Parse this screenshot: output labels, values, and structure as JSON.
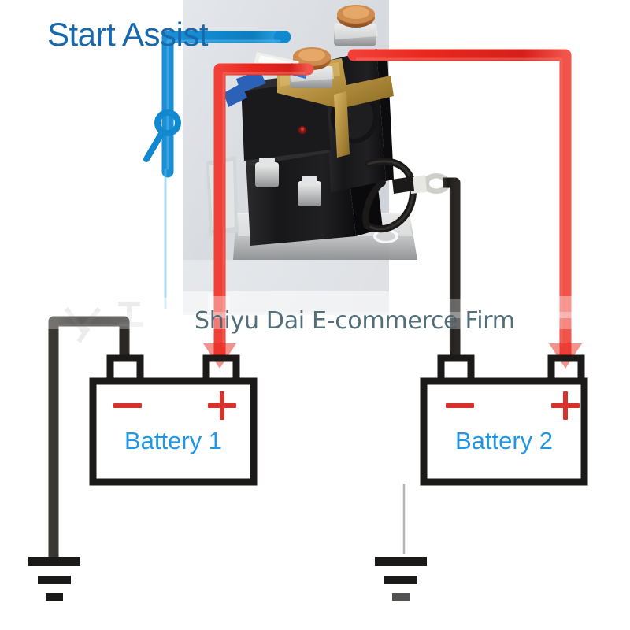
{
  "diagram": {
    "title_label": "Start Assist",
    "watermark": "Shiyu Dai E-commerce Firm",
    "colors": {
      "wire_blue": "#1289CE",
      "wire_red": "#E8281E",
      "wire_black": "#1C1A18",
      "label_blue": "#1769AE",
      "battery_text_blue": "#2196E3",
      "polarity_red": "#D8322C",
      "watermark_gray": "#47646F",
      "photo_backdrop": "#DCDFE3"
    },
    "batteries": [
      {
        "name": "Battery 1",
        "negative_symbol": "−",
        "positive_symbol": "+",
        "negative_terminal": "left",
        "positive_terminal": "right"
      },
      {
        "name": "Battery 2",
        "negative_symbol": "−",
        "positive_symbol": "+",
        "negative_terminal": "left",
        "positive_terminal": "right"
      }
    ],
    "components": {
      "switch_name": "start-assist-switch",
      "solenoid_name": "dual-battery-isolator-solenoid",
      "ground_symbol_count": 2
    },
    "wires": [
      {
        "id": "blue-trigger",
        "color": "#1289CE",
        "from": "start-assist-switch",
        "to": "solenoid-trigger-terminal"
      },
      {
        "id": "blue-switch-feed",
        "color": "#1289CE",
        "from": "start-assist-switch",
        "to": "battery-1-positive"
      },
      {
        "id": "red-battery1",
        "color": "#E8281E",
        "from": "solenoid-terminal-left",
        "to": "battery-1-positive"
      },
      {
        "id": "red-battery2",
        "color": "#E8281E",
        "from": "solenoid-terminal-right",
        "to": "battery-2-positive"
      },
      {
        "id": "black-battery1-ground",
        "color": "#1C1A18",
        "from": "battery-1-negative",
        "to": "ground-1"
      },
      {
        "id": "black-battery2-ground",
        "color": "#1C1A18",
        "from": "battery-2-negative",
        "to": "ground-2"
      },
      {
        "id": "black-solenoid-ground",
        "color": "#1C1A18",
        "from": "solenoid-ground-lug",
        "to": "battery-2-negative"
      }
    ]
  }
}
